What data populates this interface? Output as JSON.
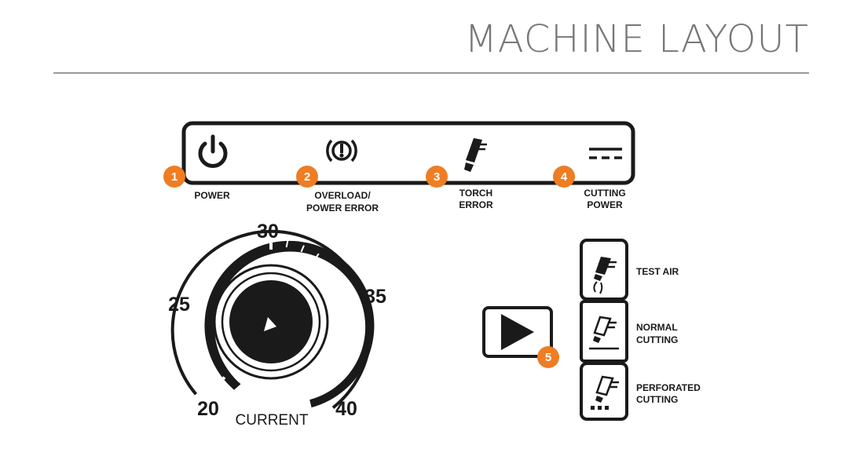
{
  "title": "MACHINE LAYOUT",
  "accent_color": "#ee7d23",
  "indicators": [
    {
      "number": "1",
      "label_line1": "POWER",
      "label_line2": "",
      "icon": "power-icon"
    },
    {
      "number": "2",
      "label_line1": "OVERLOAD/",
      "label_line2": "POWER ERROR",
      "icon": "thermometer-icon"
    },
    {
      "number": "3",
      "label_line1": "TORCH",
      "label_line2": "ERROR",
      "icon": "torch-icon"
    },
    {
      "number": "4",
      "label_line1": "CUTTING",
      "label_line2": "POWER",
      "icon": "dc-current-icon"
    }
  ],
  "dial": {
    "scale": [
      "20",
      "25",
      "30",
      "35",
      "40"
    ],
    "label": "CURRENT"
  },
  "play_button": {
    "number": "5",
    "icon": "play-icon"
  },
  "modes": [
    {
      "label_line1": "TEST AIR",
      "label_line2": "",
      "icon": "test-air-icon"
    },
    {
      "label_line1": "NORMAL",
      "label_line2": "CUTTING",
      "icon": "normal-cutting-icon"
    },
    {
      "label_line1": "PERFORATED",
      "label_line2": "CUTTING",
      "icon": "perforated-cutting-icon"
    }
  ]
}
